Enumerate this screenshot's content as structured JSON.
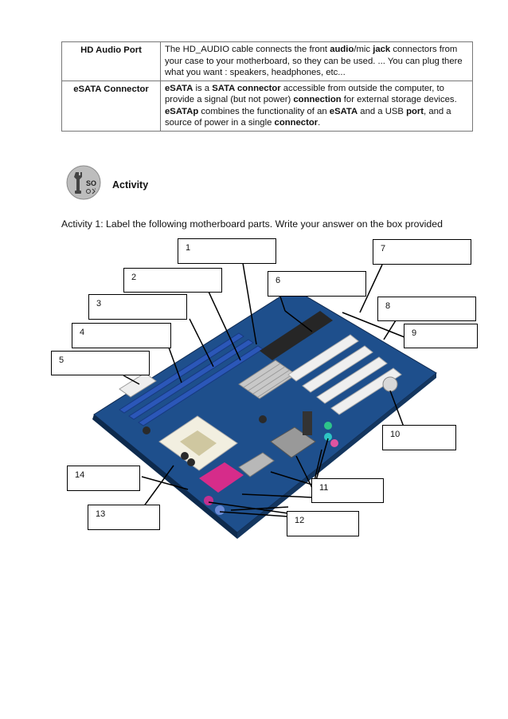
{
  "table": {
    "rows": [
      {
        "term": "HD Audio Port",
        "desc": [
          {
            "t": "The HD_AUDIO cable connects the front ",
            "b": false
          },
          {
            "t": "audio",
            "b": true
          },
          {
            "t": "/mic ",
            "b": false
          },
          {
            "t": "jack",
            "b": true
          },
          {
            "t": " connectors from your case to your motherboard, so they can be used. ... You can plug there what you want : speakers, headphones, etc...",
            "b": false
          }
        ]
      },
      {
        "term": "eSATA Connector",
        "desc": [
          {
            "t": "eSATA",
            "b": true
          },
          {
            "t": " is a ",
            "b": false
          },
          {
            "t": "SATA connector",
            "b": true
          },
          {
            "t": " accessible from outside the computer, to provide a signal (but not power) ",
            "b": false
          },
          {
            "t": "connection",
            "b": true
          },
          {
            "t": " for external storage devices. ",
            "b": false
          },
          {
            "t": "eSATAp",
            "b": true
          },
          {
            "t": " combines the functionality of an ",
            "b": false
          },
          {
            "t": "eSATA",
            "b": true
          },
          {
            "t": " and a USB ",
            "b": false
          },
          {
            "t": "port",
            "b": true
          },
          {
            "t": ", and a source of power in a single ",
            "b": false
          },
          {
            "t": "connector",
            "b": true
          },
          {
            "t": ".",
            "b": false
          }
        ]
      }
    ]
  },
  "activity": {
    "title": "Activity",
    "instruction": "Activity 1: Label the following motherboard parts. Write your answer on the box provided",
    "icon": "activity-tools-icon",
    "icon_text": "SO",
    "labels": [
      "1",
      "2",
      "3",
      "4",
      "5",
      "6",
      "7",
      "8",
      "9",
      "10",
      "11",
      "12",
      "13",
      "14"
    ]
  }
}
